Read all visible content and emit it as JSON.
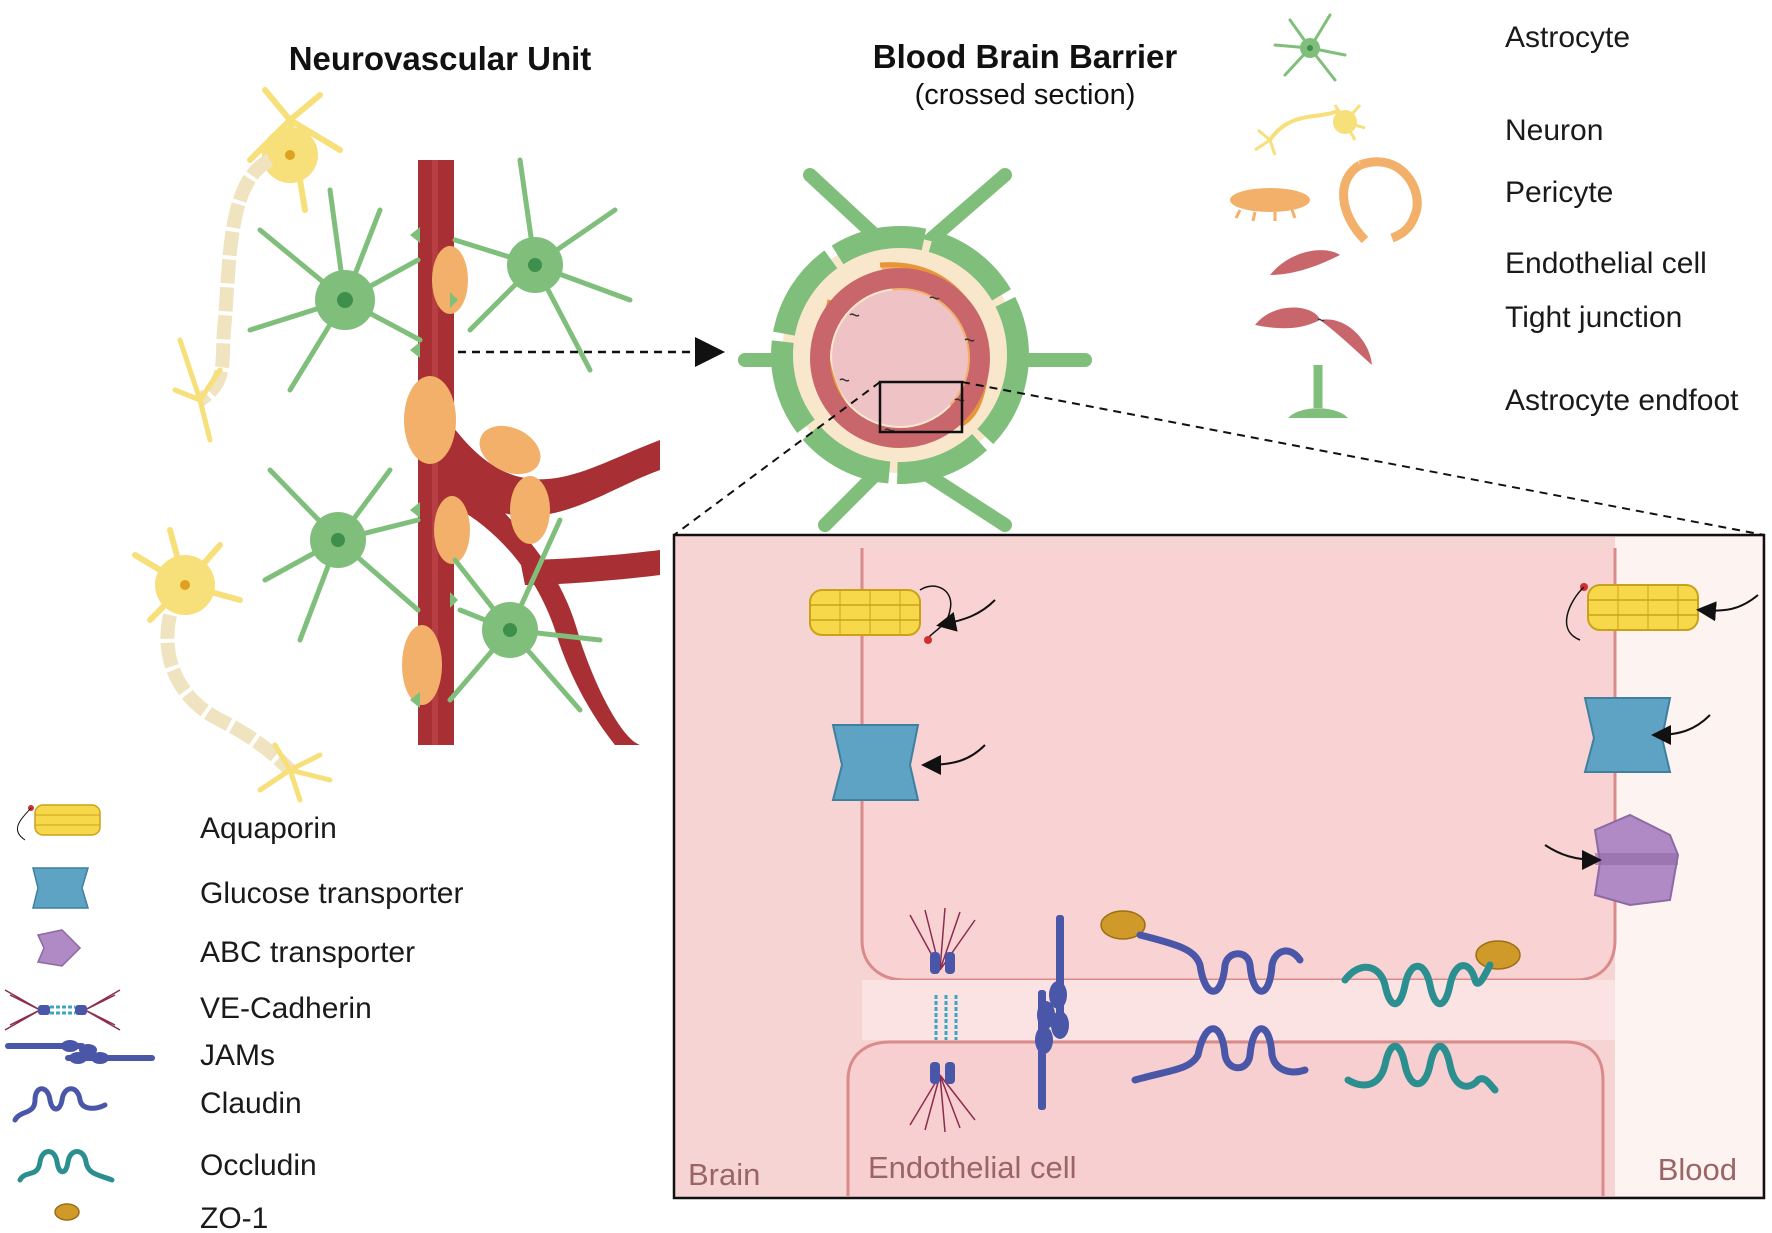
{
  "titles": {
    "nvu": "Neurovascular Unit",
    "bbb": "Blood Brain Barrier",
    "bbb_sub": "(crossed section)"
  },
  "legend_cells": {
    "astrocyte": "Astrocyte",
    "neuron": "Neuron",
    "pericyte": "Pericyte",
    "endothelial": "Endothelial cell",
    "tight_junction": "Tight junction",
    "endfoot": "Astrocyte endfoot"
  },
  "legend_proteins": {
    "aquaporin": "Aquaporin",
    "glut": "Glucose transporter",
    "abc": "ABC transporter",
    "vecad": "VE-Cadherin",
    "jams": "JAMs",
    "claudin": "Claudin",
    "occludin": "Occludin",
    "zo1": "ZO-1"
  },
  "regions": {
    "brain": "Brain",
    "endothelial": "Endothelial cell",
    "blood": "Blood"
  },
  "colors": {
    "astrocyte": "#7fbf7b",
    "astrocyte_dark": "#3f8f4c",
    "neuron": "#f7df7a",
    "pericyte": "#f2b06a",
    "vessel": "#a82f33",
    "endothelial": "#c9666c",
    "aquaporin": "#f6d84a",
    "glut": "#5fa3c4",
    "abc": "#b08ac4",
    "claudin": "#4a56a8",
    "occludin": "#2b8f8f",
    "zo1": "#d09a2a",
    "panel_bg": "#f7d4d4"
  }
}
